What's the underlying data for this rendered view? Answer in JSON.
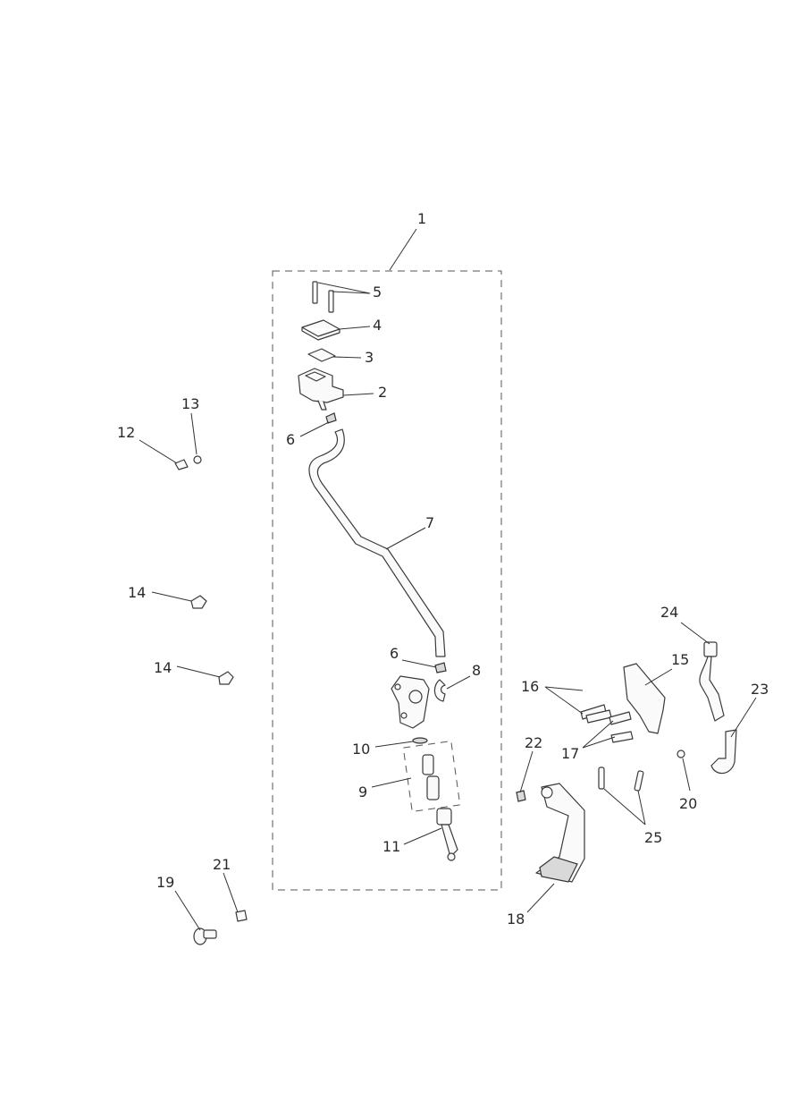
{
  "callouts": {
    "c1": "1",
    "c2": "2",
    "c3": "3",
    "c4": "4",
    "c5": "5",
    "c6a": "6",
    "c6b": "6",
    "c7": "7",
    "c8": "8",
    "c9": "9",
    "c10": "10",
    "c11": "11",
    "c12": "12",
    "c13": "13",
    "c14a": "14",
    "c14b": "14",
    "c15": "15",
    "c16": "16",
    "c17": "17",
    "c18": "18",
    "c19": "19",
    "c20": "20",
    "c21": "21",
    "c22": "22",
    "c23": "23",
    "c24": "24",
    "c25": "25"
  }
}
